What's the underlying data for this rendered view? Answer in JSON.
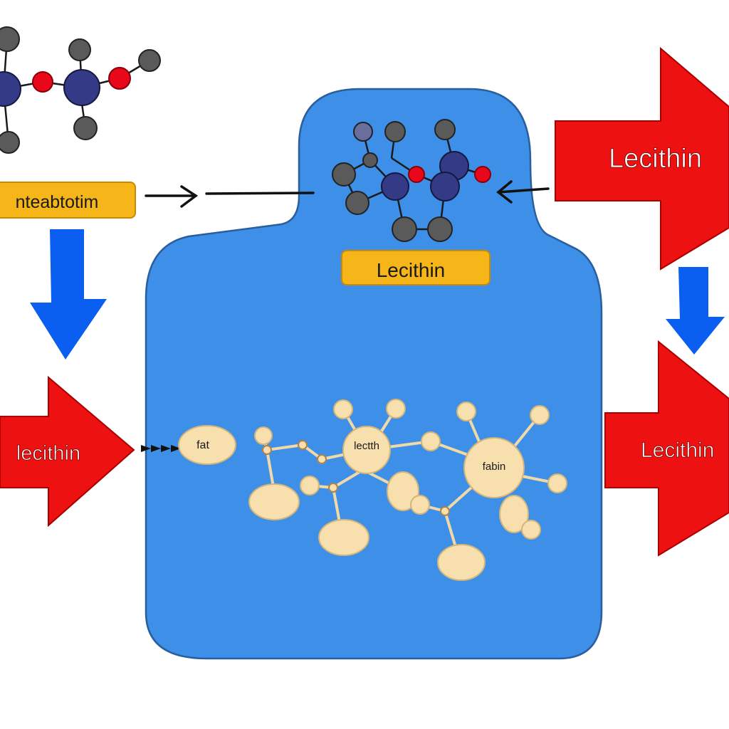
{
  "labels": {
    "top_left_box": "nteabtotim",
    "center_box": "Lecithin",
    "right_top_arrow": "Lecithin",
    "left_arrow": "lecithin",
    "right_bottom_arrow": "Lecithin",
    "fat_blob": "fat",
    "center_node": "lectth",
    "right_node": "fabin"
  },
  "colors": {
    "container_blue": "#3d8fe8",
    "container_outline": "#2a5f9e",
    "label_box_yellow": "#f6b619",
    "label_box_outline": "#c98a00",
    "red_arrow": "#ee1111",
    "blue_arrow": "#0a5ff0",
    "atom_navy": "#353a86",
    "atom_gray": "#5a5a5a",
    "atom_red": "#e8081a",
    "fat_cream": "#f7dfae"
  },
  "icons": {
    "molecule_top_left": "molecule-icon",
    "molecule_center": "molecule-icon",
    "fat_network": "fat-droplet-network-icon"
  }
}
